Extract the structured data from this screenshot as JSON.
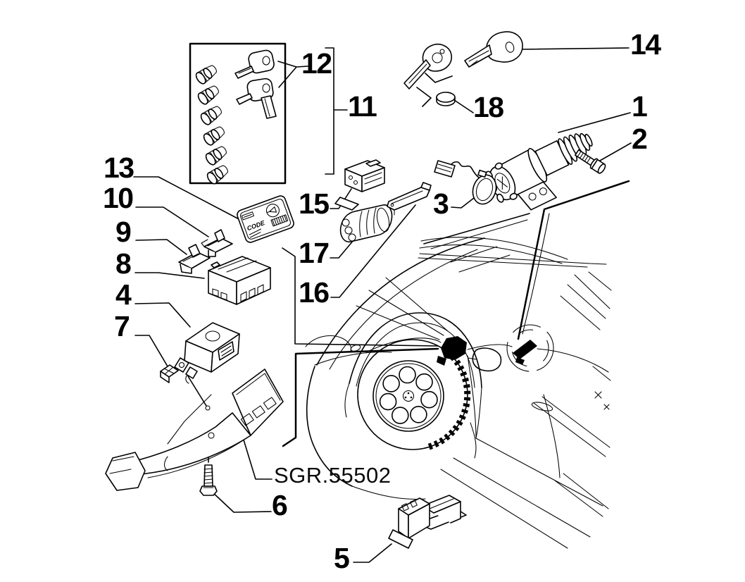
{
  "diagram": {
    "type": "exploded-parts-diagram",
    "background_color": "#ffffff",
    "line_color": "#000000",
    "ref_label": "SGR.55502",
    "code_card_text": "CODE",
    "callouts": {
      "c1": {
        "text": "1"
      },
      "c2": {
        "text": "2"
      },
      "c3": {
        "text": "3"
      },
      "c4": {
        "text": "4"
      },
      "c5": {
        "text": "5"
      },
      "c6": {
        "text": "6"
      },
      "c7": {
        "text": "7"
      },
      "c8": {
        "text": "8"
      },
      "c9": {
        "text": "9"
      },
      "c10": {
        "text": "10"
      },
      "c11": {
        "text": "11"
      },
      "c12": {
        "text": "12"
      },
      "c13": {
        "text": "13"
      },
      "c14": {
        "text": "14"
      },
      "c15": {
        "text": "15"
      },
      "c16": {
        "text": "16"
      },
      "c17": {
        "text": "17"
      },
      "c18": {
        "text": "18"
      }
    }
  }
}
